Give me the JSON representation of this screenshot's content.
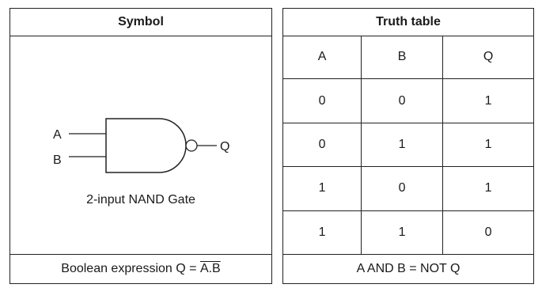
{
  "symbol_panel": {
    "title": "Symbol",
    "input_a": "A",
    "input_b": "B",
    "output_q": "Q",
    "gate_caption": "2-input NAND Gate",
    "footer_prefix": "Boolean expression Q = ",
    "footer_overlined": "A.B"
  },
  "truth_panel": {
    "title": "Truth table",
    "headers": [
      "A",
      "B",
      "Q"
    ],
    "rows": [
      [
        "0",
        "0",
        "1"
      ],
      [
        "0",
        "1",
        "1"
      ],
      [
        "1",
        "0",
        "1"
      ],
      [
        "1",
        "1",
        "0"
      ]
    ],
    "footer": "A AND B = NOT Q"
  }
}
